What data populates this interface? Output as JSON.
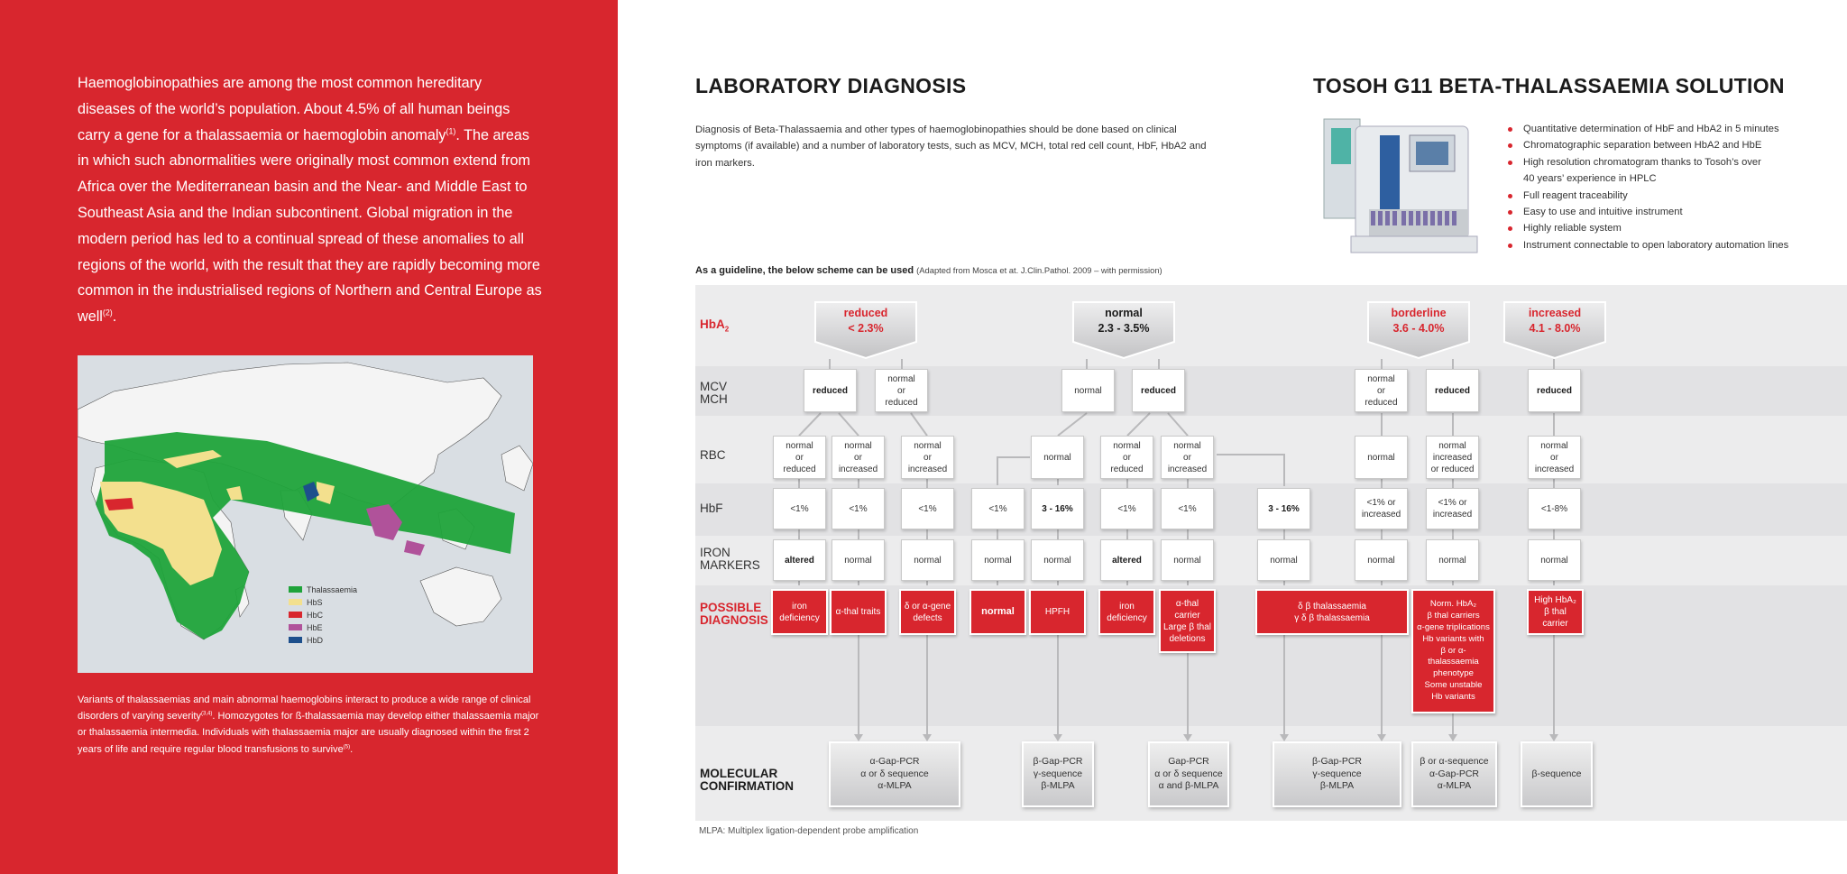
{
  "left": {
    "intro": "Haemoglobinopathies are among the most common hereditary diseases of the world’s population. About 4.5% of all human beings carry a gene for a thalassaemia or haemoglobin anomaly",
    "intro_ref1": "(1)",
    "intro_cont": ". The areas in which such abnormalities were originally most common extend from Africa over the Mediterranean basin and the Near- and Middle East to Southeast Asia and the Indian subcontinent. Global migration in the modern period has led to a continual spread of these anomalies to all regions of the world, with the result that they are rapidly becoming more common in the industrialised regions of Northern and Central Europe as well",
    "intro_ref2": "(2)",
    "intro_end": ".",
    "map_legend": [
      {
        "label": "Thalassaemia",
        "color": "#1fa33a"
      },
      {
        "label": "HbS",
        "color": "#f3e08e"
      },
      {
        "label": "HbC",
        "color": "#d8262e"
      },
      {
        "label": "HbE",
        "color": "#b0529a"
      },
      {
        "label": "HbD",
        "color": "#1d4f8c"
      }
    ],
    "caption_a": "Variants of thalassaemias and main abnormal haemoglobins interact to produce a wide range of clinical disorders of varying severity",
    "caption_ref1": "(3,4)",
    "caption_b": ". Homozygotes for ß-thalassaemia may develop either thalassaemia major or thalassaemia intermedia. Individuals with thalassaemia major are usually diagnosed within the first 2 years of life and require regular blood transfusions to survive",
    "caption_ref2": "(5)",
    "caption_c": "."
  },
  "lab": {
    "title": "LABORATORY DIAGNOSIS",
    "description": "Diagnosis of Beta-Thalassaemia and other types of haemoglobinopathies should be done based on clinical symptoms (if available) and a number of laboratory tests, such as MCV, MCH, total red cell count, HbF, HbA2 and iron markers.",
    "guideline_bold": "As a guideline, the below scheme can be used",
    "guideline_small": "(Adapted from Mosca et at. J.Clin.Pathol. 2009 – with permission)",
    "footnote": "MLPA: Multiplex ligation-dependent probe amplification"
  },
  "tosoh": {
    "title": "TOSOH G11 BETA-THALASSAEMIA SOLUTION",
    "bullets": [
      "Quantitative determination of HbF and HbA2 in 5 minutes",
      "Chromatographic separation between HbA2 and HbE",
      "High resolution chromatogram thanks to Tosoh’s over",
      "40 years’ experience in HPLC",
      "Full reagent traceability",
      "Easy to use and intuitive instrument",
      "Highly reliable system",
      "Instrument connectable to open laboratory automation lines"
    ]
  },
  "rows": {
    "hba2": "HbA",
    "hba2_sub": "2",
    "mcv": "MCV\nMCH",
    "rbc": "RBC",
    "hbf": "HbF",
    "iron": "IRON\nMARKERS",
    "diag": "POSSIBLE\nDIAGNOSIS",
    "mol": "MOLECULAR\nCONFIRMATION"
  },
  "hba2_levels": [
    {
      "label": "reduced\n< 2.3%",
      "style": "red"
    },
    {
      "label": "normal\n2.3 - 3.5%",
      "style": "dark"
    },
    {
      "label": "borderline\n3.6 - 4.0%",
      "style": "red"
    },
    {
      "label": "increased\n4.1 - 8.0%",
      "style": "red"
    }
  ],
  "mcv_boxes": [
    "reduced",
    "normal\nor\nreduced",
    "normal",
    "reduced",
    "normal\nor\nreduced",
    "reduced",
    "reduced"
  ],
  "rbc_boxes": [
    "normal\nor\nreduced",
    "normal\nor\nincreased",
    "normal\nor\nincreased",
    "normal",
    "normal\nor\nreduced",
    "normal\nor\nincreased",
    "normal",
    "normal\nincreased\nor reduced",
    "normal\nor\nincreased"
  ],
  "hbf_boxes": [
    "<1%",
    "<1%",
    "<1%",
    "<1%",
    "3 - 16%",
    "<1%",
    "<1%",
    "3 - 16%",
    "<1% or\nincreased",
    "<1% or\nincreased",
    "<1-8%"
  ],
  "iron_boxes": [
    "altered",
    "normal",
    "normal",
    "normal",
    "normal",
    "altered",
    "normal",
    "normal",
    "normal",
    "normal",
    "normal"
  ],
  "diagnosis_boxes": [
    "iron\ndeficiency",
    "α-thal traits",
    "δ or α-gene\ndefects",
    "normal",
    "HPFH",
    "iron\ndeficiency",
    "α-thal carrier\nLarge β thal\ndeletions",
    "δ β thalassaemia\nγ δ β thalassaemia",
    "Norm. HbA₂\nβ thal carriers\nα-gene triplications\nHb variants with\nβ or α-\nthalassaemia\nphenotype\nSome unstable\nHb variants",
    "High HbA₂\nβ thal carrier"
  ],
  "molecular_boxes": [
    "α-Gap-PCR\nα or δ sequence\nα-MLPA",
    "β-Gap-PCR\nγ-sequence\nβ-MLPA",
    "Gap-PCR\nα or δ sequence\nα and β-MLPA",
    "β-Gap-PCR\nγ-sequence\nβ-MLPA",
    "β or α-sequence\nα-Gap-PCR\nα-MLPA",
    "β-sequence"
  ]
}
